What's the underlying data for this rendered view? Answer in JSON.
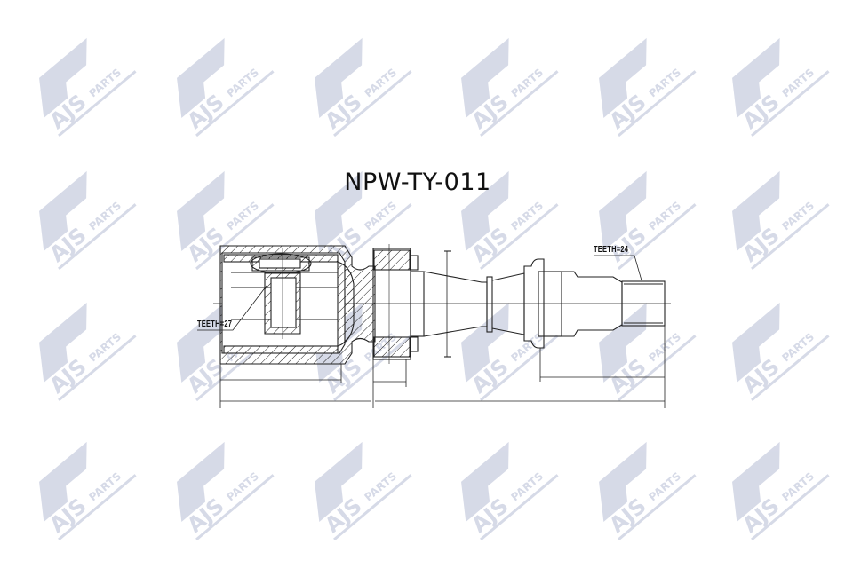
{
  "title": "NPW-TY-011",
  "labels": {
    "teeth_outer": "TEETH=24",
    "teeth_inner": "TEETH=27"
  },
  "watermark": {
    "brand": "AJS",
    "sub": "PARTS",
    "color": "#c9cee0"
  }
}
